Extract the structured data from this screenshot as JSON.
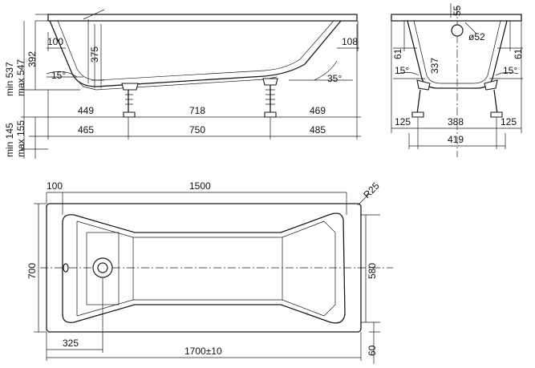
{
  "side_view": {
    "top_left_100": "100",
    "top_right_108": "108",
    "depth_375": "375",
    "angle_left": "15°",
    "angle_right": "35°",
    "height_min": "min 537",
    "height_max": "max 547",
    "height_392": "392",
    "leg_min": "min 145",
    "leg_max": "max 155",
    "row1": [
      "449",
      "718",
      "469"
    ],
    "row2": [
      "465",
      "750",
      "485"
    ]
  },
  "end_view": {
    "top_55": "55",
    "drain_dia": "ø52",
    "left_61": "61",
    "right_61": "61",
    "depth_337": "337",
    "angle_left": "15°",
    "angle_right": "15°",
    "row1": [
      "125",
      "388",
      "125"
    ],
    "row2": "419"
  },
  "plan_view": {
    "top_100": "100",
    "top_1500": "1500",
    "radius": "R25",
    "width_700": "700",
    "inner_580": "580",
    "bottom_325": "325",
    "length": "1700±10",
    "edge_60": "60"
  }
}
